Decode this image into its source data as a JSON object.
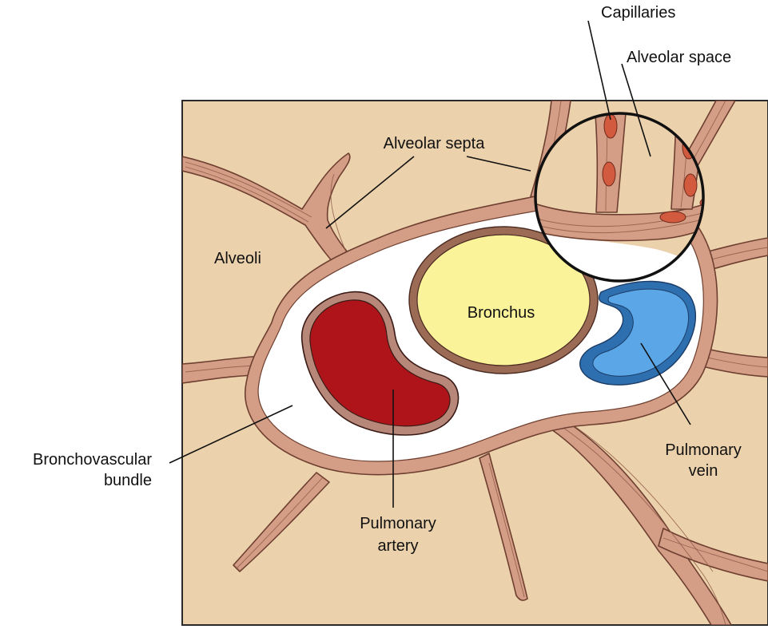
{
  "labels": {
    "capillaries": "Capillaries",
    "alveolar_space": "Alveolar space",
    "alveolar_septa": "Alveolar septa",
    "alveoli": "Alveoli",
    "bronchus": "Bronchus",
    "bronchovascular_line1": "Bronchovascular",
    "bronchovascular_line2": "bundle",
    "pulmonary_vein_line1": "Pulmonary",
    "pulmonary_vein_line2": "vein",
    "pulmonary_artery_line1": "Pulmonary",
    "pulmonary_artery_line2": "artery"
  },
  "colors": {
    "tissue_background": "#ecd2ac",
    "septum_fill": "#d49e86",
    "septum_outline": "#6e3f30",
    "bundle_sheath": "#ffffff",
    "bronchus_fill": "#fbf39a",
    "bronchus_wall": "#9b6b55",
    "artery_fill": "#b0141b",
    "vein_fill": "#5aa6e6",
    "capillary_fill": "#d25a3e"
  }
}
